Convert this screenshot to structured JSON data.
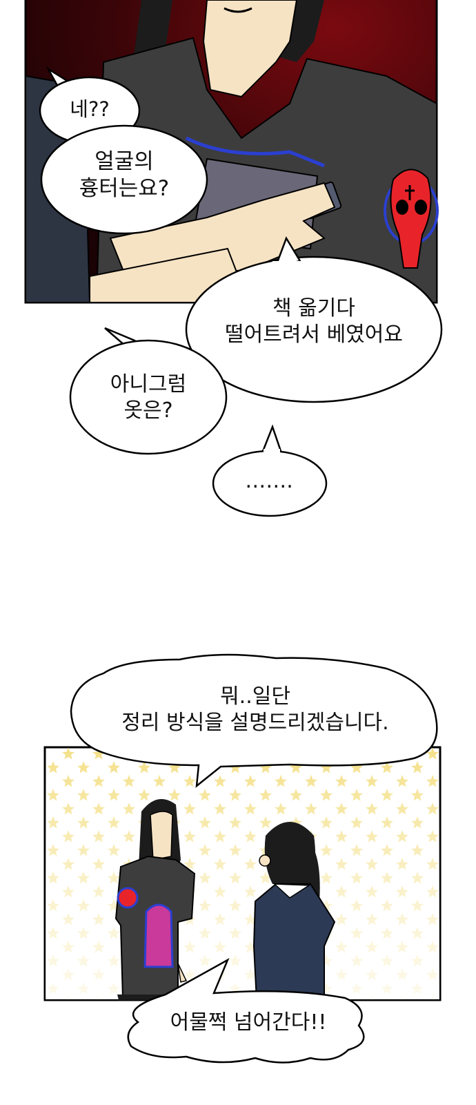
{
  "panels": [
    {
      "bubbles": [
        {
          "text": "네??"
        },
        {
          "text": "얼굴의\n흉터는요?"
        },
        {
          "text": "책 옮기다\n떨어트려서 베였어요"
        },
        {
          "text": "아니그럼\n옷은?"
        },
        {
          "text": "……."
        }
      ]
    },
    {
      "bubbles": [
        {
          "text": "뭐..일단\n정리 방식을 설명드리겠습니다."
        },
        {
          "text": "어물쩍 넘어간다!!"
        }
      ]
    }
  ],
  "colors": {
    "panel1_bg": "#3a0508",
    "shirt": "#3d3d3d",
    "skin": "#f6e3c4",
    "hair": "#1c1c1c",
    "skull": "#e8242a",
    "stars": "#f4e089"
  }
}
